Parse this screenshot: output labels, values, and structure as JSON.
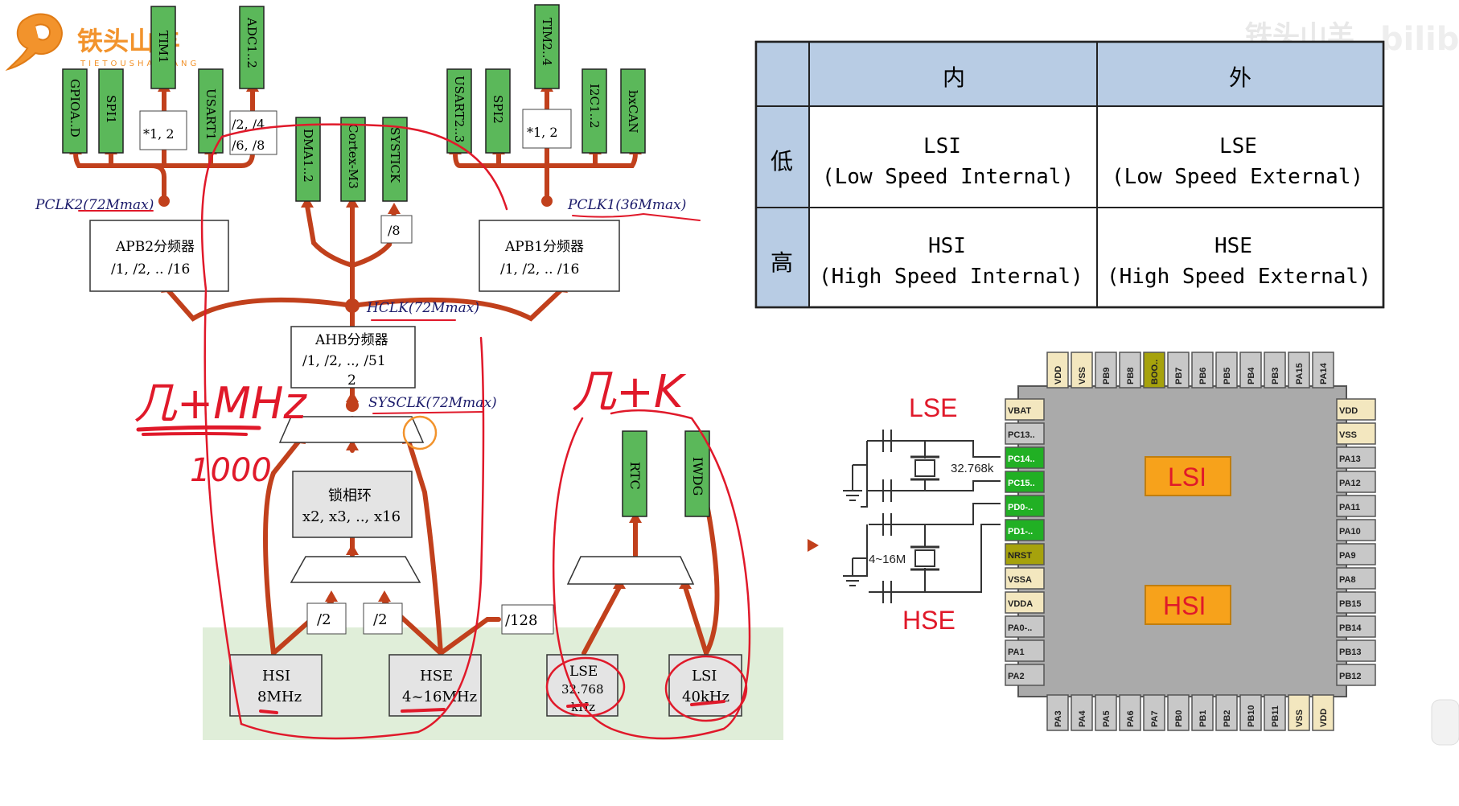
{
  "logo": {
    "name": "铁头山羊",
    "subtitle": "TIETOUSHANYANG"
  },
  "watermark": {
    "text": "铁头山羊",
    "platform": "bilibili"
  },
  "clock_tree": {
    "peripherals_apb2": [
      "GPIOA..D",
      "SPI1",
      "TIM1",
      "USART1",
      "ADC1..2"
    ],
    "peripherals_apb1": [
      "USART2..3",
      "SPI2",
      "TIM2..4",
      "I2C1..2",
      "bxCAN"
    ],
    "peripherals_core": [
      "DMA1..2",
      "Cortex-M3",
      "SYSTICK"
    ],
    "mult_label_left": "*1, 2",
    "mult_label_right": "*1, 2",
    "adc_div": "/2, /4\n/6, /8",
    "systick_div": "/8",
    "pclk2": "PCLK2(72Mmax)",
    "pclk1": "PCLK1(36Mmax)",
    "hclk": "HCLK(72Mmax)",
    "sysclk": "SYSCLK(72Mmax)",
    "apb2": {
      "title": "APB2分频器",
      "range": "/1, /2, .. /16"
    },
    "apb1": {
      "title": "APB1分频器",
      "range": "/1, /2, .. /16"
    },
    "ahb": {
      "title": "AHB分频器",
      "range": "/1, /2, .., /51",
      "range2": "2"
    },
    "pll": {
      "title": "锁相环",
      "range": "x2, x3, .., x16"
    },
    "div2_a": "/2",
    "div2_b": "/2",
    "div128": "/128",
    "rtc": "RTC",
    "iwdg": "IWDG",
    "sources": {
      "hsi": {
        "name": "HSI",
        "freq": "8MHz"
      },
      "hse": {
        "name": "HSE",
        "freq": "4~16MHz"
      },
      "lse": {
        "name": "LSE",
        "freq1": "32.768",
        "freq2": "kHz"
      },
      "lsi": {
        "name": "LSI",
        "freq": "40kHz"
      }
    },
    "annotations": {
      "mhz": "几+MHz",
      "mhz_note": "1000",
      "khz": "几+K"
    }
  },
  "table": {
    "headers": [
      "",
      "内",
      "外"
    ],
    "rows": [
      {
        "label": "低",
        "cells": [
          [
            "LSI",
            "(Low Speed Internal)"
          ],
          [
            "LSE",
            "(Low Speed External)"
          ]
        ]
      },
      {
        "label": "高",
        "cells": [
          [
            "HSI",
            "(High Speed Internal)"
          ],
          [
            "HSE",
            "(High Speed External)"
          ]
        ]
      }
    ]
  },
  "chip": {
    "top_pins": [
      "VDD",
      "VSS",
      "PB9",
      "PB8",
      "BOO..",
      "PB7",
      "PB6",
      "PB5",
      "PB4",
      "PB3",
      "PA15",
      "PA14"
    ],
    "left_pins": [
      "VBAT",
      "PC13..",
      "PC14..",
      "PC15..",
      "PD0-..",
      "PD1-..",
      "NRST",
      "VSSA",
      "VDDA",
      "PA0-..",
      "PA1",
      "PA2"
    ],
    "right_pins": [
      "VDD",
      "VSS",
      "PA13",
      "PA12",
      "PA11",
      "PA10",
      "PA9",
      "PA8",
      "PB15",
      "PB14",
      "PB13",
      "PB12"
    ],
    "bottom_pins": [
      "PA3",
      "PA4",
      "PA5",
      "PA6",
      "PA7",
      "PB0",
      "PB1",
      "PB2",
      "PB10",
      "PB11",
      "VSS",
      "VDD"
    ],
    "lsi_label": "LSI",
    "hsi_label": "HSI",
    "lse_label": "LSE",
    "hse_label": "HSE",
    "lse_crystal": "32.768k",
    "hse_crystal": "4~16M"
  },
  "colors": {
    "green": "#5bb85a",
    "red": "#c1401c",
    "annot_red": "#e0192a",
    "table_header": "#b8cce4",
    "chip_body": "#aaaaaa",
    "pin_tan": "#f3e7bf",
    "pin_green": "#21b024",
    "pin_olive": "#a6a20c",
    "label_orange": "#f7a21b"
  }
}
